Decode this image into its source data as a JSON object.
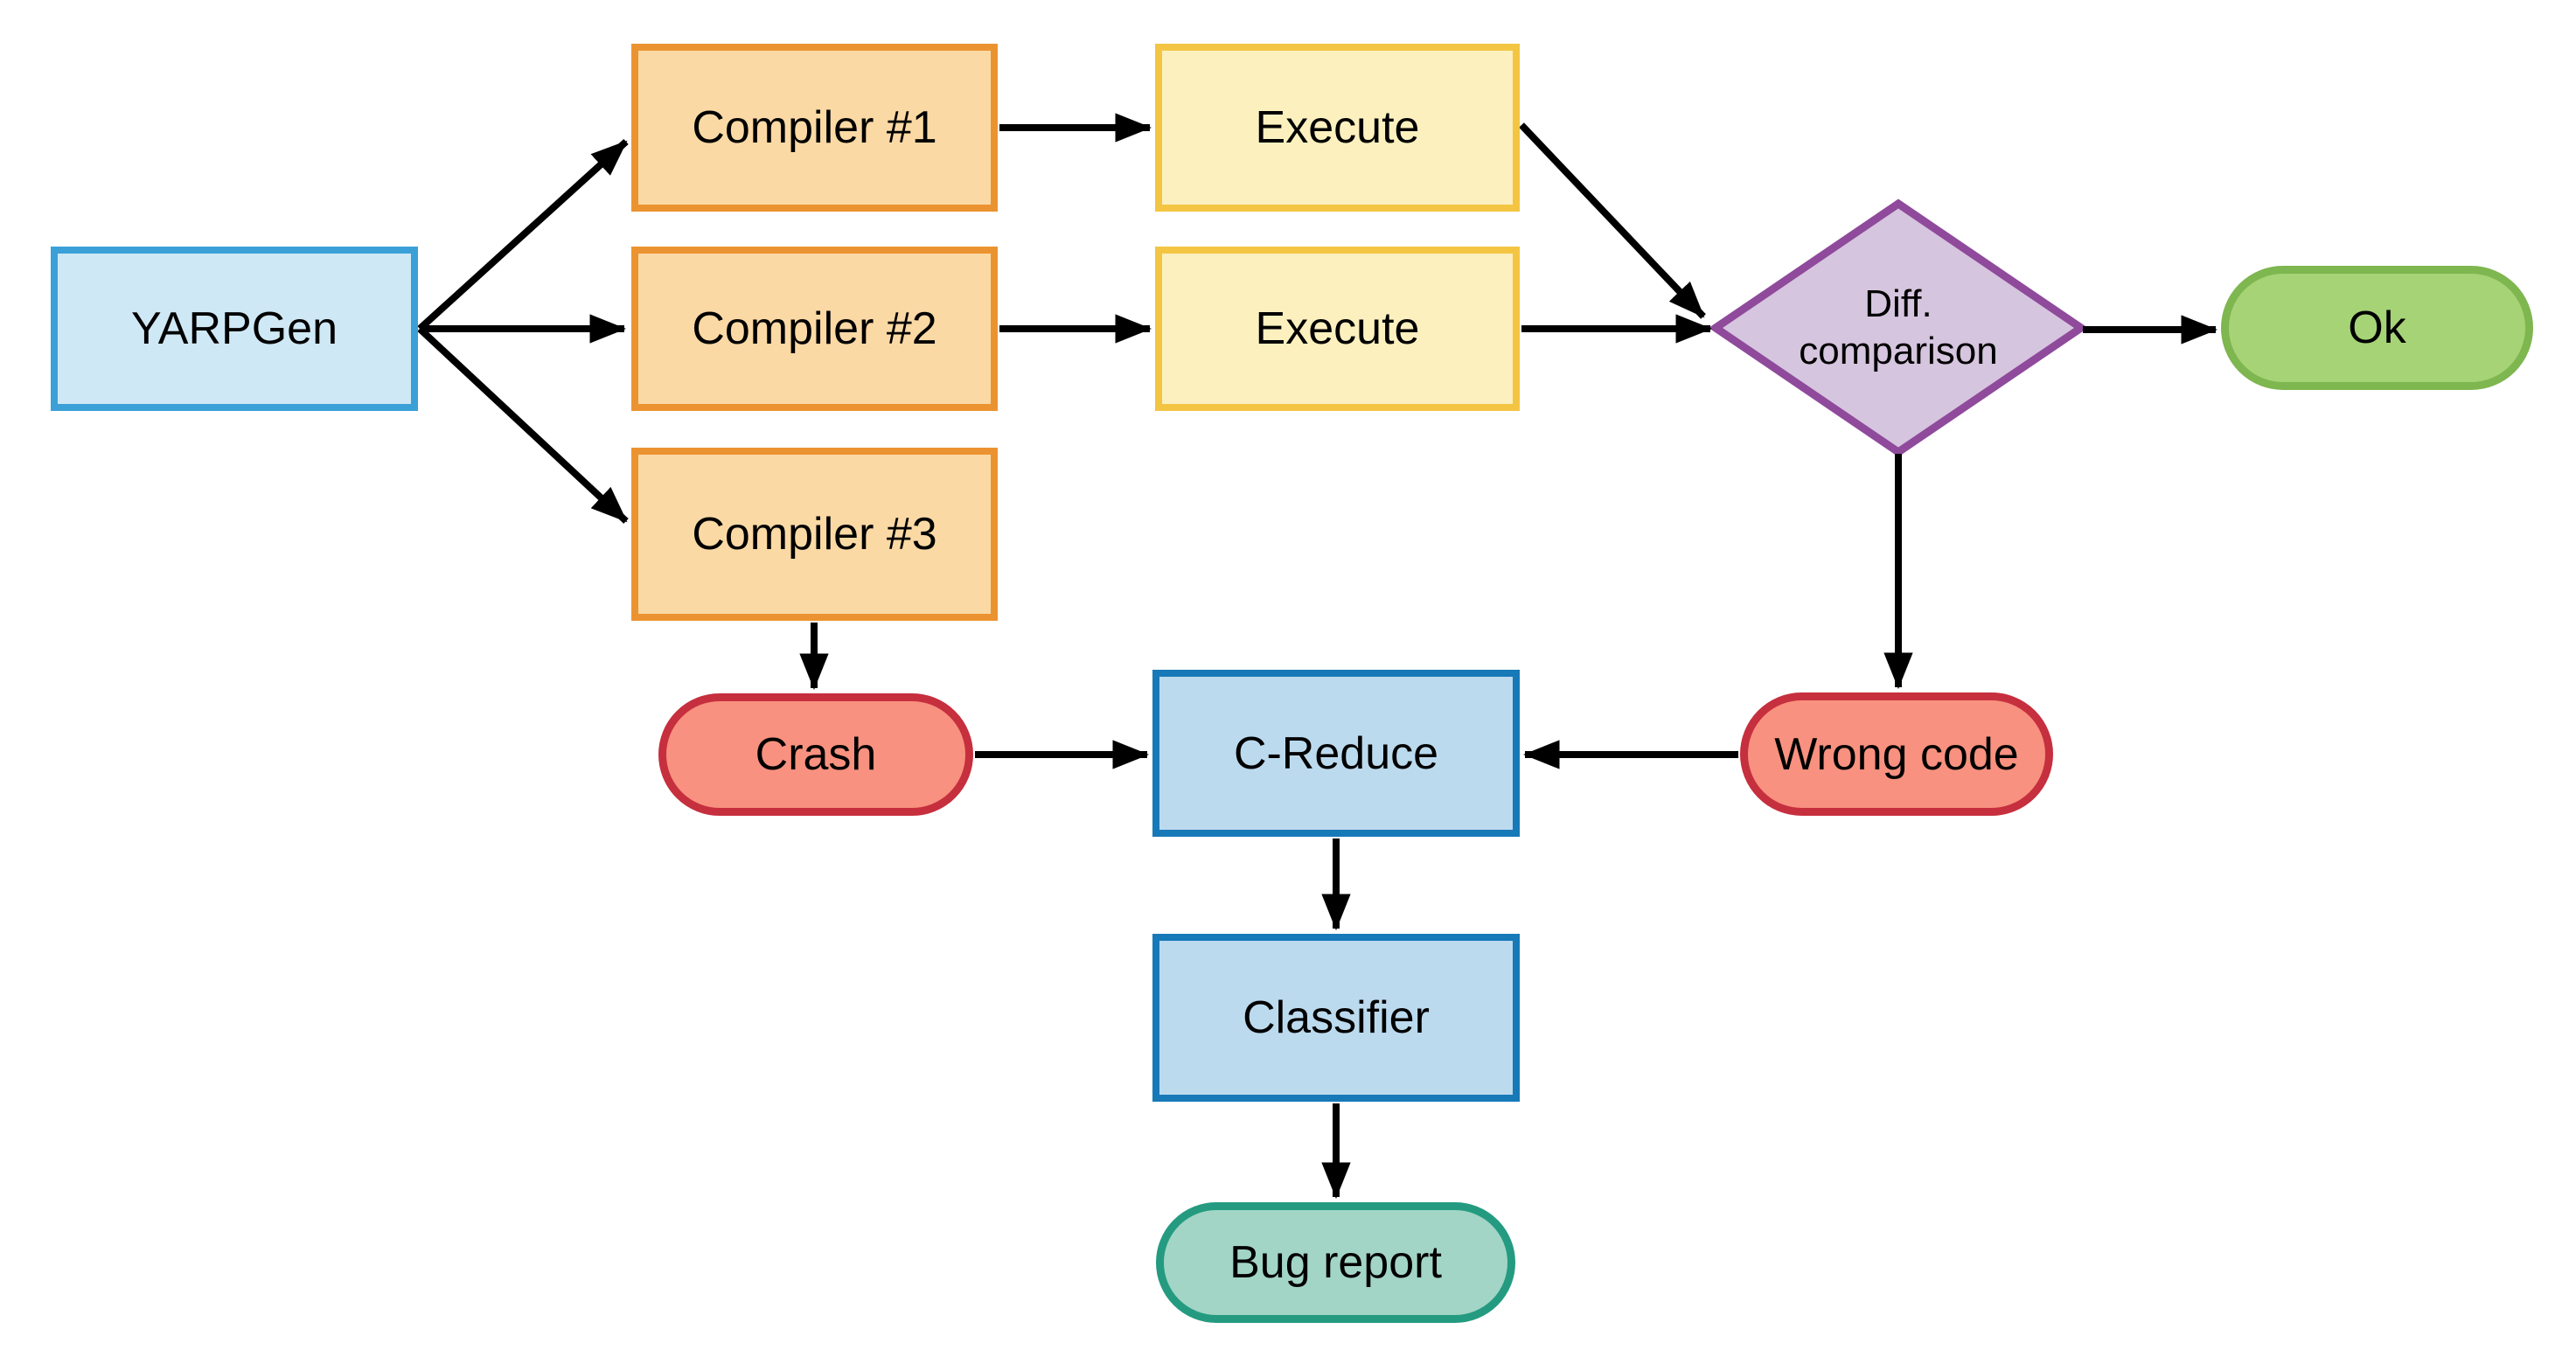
{
  "palette": {
    "background": "#ffffff",
    "arrow": "#000000",
    "text": "#000000",
    "generator_fill": "#cfe8f6",
    "generator_border": "#3ba0d8",
    "compiler_fill": "#fbd9a5",
    "compiler_border": "#ec9331",
    "execute_fill": "#fcf0bf",
    "execute_border": "#f3c543",
    "decision_fill": "#d6c5de",
    "decision_border": "#8f4a9c",
    "ok_fill": "#a6d376",
    "ok_border": "#7eb650",
    "fail_fill": "#f8917f",
    "fail_border": "#c62f3e",
    "tool_fill": "#bcdaee",
    "tool_border": "#1779b8",
    "report_fill": "#a2d5c5",
    "report_border": "#249b80"
  },
  "nodes": {
    "yarpgen": {
      "label": "YARPGen",
      "shape": "rectangle"
    },
    "compiler1": {
      "label": "Compiler #1",
      "shape": "rectangle"
    },
    "compiler2": {
      "label": "Compiler #2",
      "shape": "rectangle"
    },
    "compiler3": {
      "label": "Compiler #3",
      "shape": "rectangle"
    },
    "execute1": {
      "label": "Execute",
      "shape": "rectangle"
    },
    "execute2": {
      "label": "Execute",
      "shape": "rectangle"
    },
    "diff_comparison": {
      "label": "Diff. comparison",
      "label_line1": "Diff.",
      "label_line2": "comparison",
      "shape": "diamond"
    },
    "ok": {
      "label": "Ok",
      "shape": "pill"
    },
    "crash": {
      "label": "Crash",
      "shape": "pill"
    },
    "c_reduce": {
      "label": "C-Reduce",
      "shape": "rectangle"
    },
    "wrong_code": {
      "label": "Wrong code",
      "shape": "pill"
    },
    "classifier": {
      "label": "Classifier",
      "shape": "rectangle"
    },
    "bug_report": {
      "label": "Bug report",
      "shape": "pill"
    }
  },
  "edges": [
    {
      "from": "yarpgen",
      "to": "compiler1"
    },
    {
      "from": "yarpgen",
      "to": "compiler2"
    },
    {
      "from": "yarpgen",
      "to": "compiler3"
    },
    {
      "from": "compiler1",
      "to": "execute1"
    },
    {
      "from": "compiler2",
      "to": "execute2"
    },
    {
      "from": "execute1",
      "to": "diff_comparison"
    },
    {
      "from": "execute2",
      "to": "diff_comparison"
    },
    {
      "from": "diff_comparison",
      "to": "ok"
    },
    {
      "from": "diff_comparison",
      "to": "wrong_code"
    },
    {
      "from": "compiler3",
      "to": "crash"
    },
    {
      "from": "crash",
      "to": "c_reduce"
    },
    {
      "from": "wrong_code",
      "to": "c_reduce"
    },
    {
      "from": "c_reduce",
      "to": "classifier"
    },
    {
      "from": "classifier",
      "to": "bug_report"
    }
  ]
}
